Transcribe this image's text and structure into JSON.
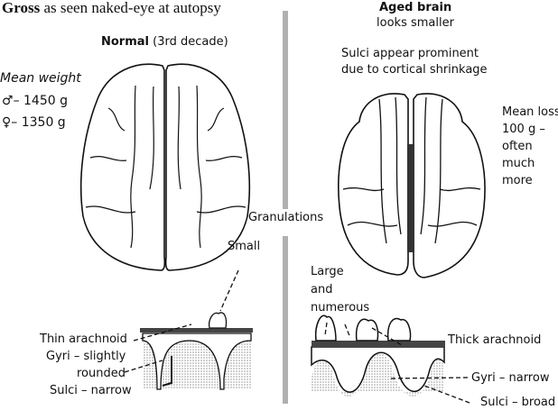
{
  "header": {
    "title_bold": "Gross",
    "title_rest": " as seen naked-eye at autopsy"
  },
  "normal": {
    "heading_bold": "Normal",
    "heading_rest": " (3rd decade)",
    "mean_weight_label": "Mean weight",
    "male_weight": "– 1450 g",
    "female_weight": "– 1350 g",
    "granulation_label": "Small",
    "thin_arachnoid": "Thin arachnoid",
    "gyri_line1": "Gyri – slightly",
    "gyri_line2": "rounded",
    "sulci": "Sulci – narrow"
  },
  "center": {
    "granulations": "Granulations"
  },
  "aged": {
    "heading_bold": "Aged brain",
    "heading_sub": "looks smaller",
    "sulci_note_line1": "Sulci appear prominent",
    "sulci_note_line2": "due to cortical shrinkage",
    "loss_lines": [
      "Mean loss",
      "100 g –",
      "often",
      "much",
      "more"
    ],
    "granulation_lines": [
      "Large",
      "and",
      "numerous"
    ],
    "thick_arachnoid": "Thick arachnoid",
    "gyri": "Gyri – narrow",
    "sulci": "Sulci – broad"
  },
  "colors": {
    "divider": "#b0b0b0",
    "stipple": "#bdbdbd",
    "ink": "#111111"
  }
}
